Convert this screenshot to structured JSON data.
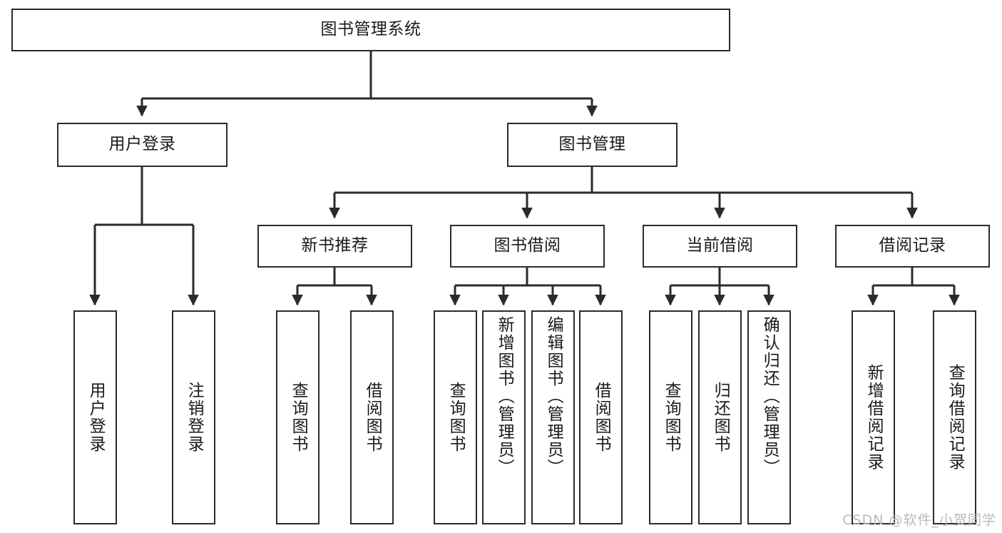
{
  "diagram": {
    "title": "图书管理系统",
    "type": "tree-hierarchy",
    "watermark": "CSDN @软件_小贺同学",
    "colors": {
      "stroke": "#2b2b2b",
      "fill": "#ffffff",
      "text": "#1a1a1a",
      "watermark": "#b9b9b9"
    },
    "root": {
      "label": "图书管理系统"
    },
    "level2": [
      {
        "label": "用户登录"
      },
      {
        "label": "图书管理"
      }
    ],
    "level3": [
      {
        "label": "新书推荐"
      },
      {
        "label": "图书借阅"
      },
      {
        "label": "当前借阅"
      },
      {
        "label": "借阅记录"
      }
    ],
    "leaves": {
      "user_login": [
        {
          "label": "用户登录"
        },
        {
          "label": "注销登录"
        }
      ],
      "new_book_recommend": [
        {
          "label": "查询图书"
        },
        {
          "label": "借阅图书"
        }
      ],
      "book_borrow": [
        {
          "label": "查询图书"
        },
        {
          "label": "新增图书（管理员）"
        },
        {
          "label": "编辑图书（管理员）"
        },
        {
          "label": "借阅图书"
        }
      ],
      "current_borrow": [
        {
          "label": "查询图书"
        },
        {
          "label": "归还图书"
        },
        {
          "label": "确认归还（管理员）"
        }
      ],
      "borrow_record": [
        {
          "label": "新增借阅记录"
        },
        {
          "label": "查询借阅记录"
        }
      ]
    }
  }
}
